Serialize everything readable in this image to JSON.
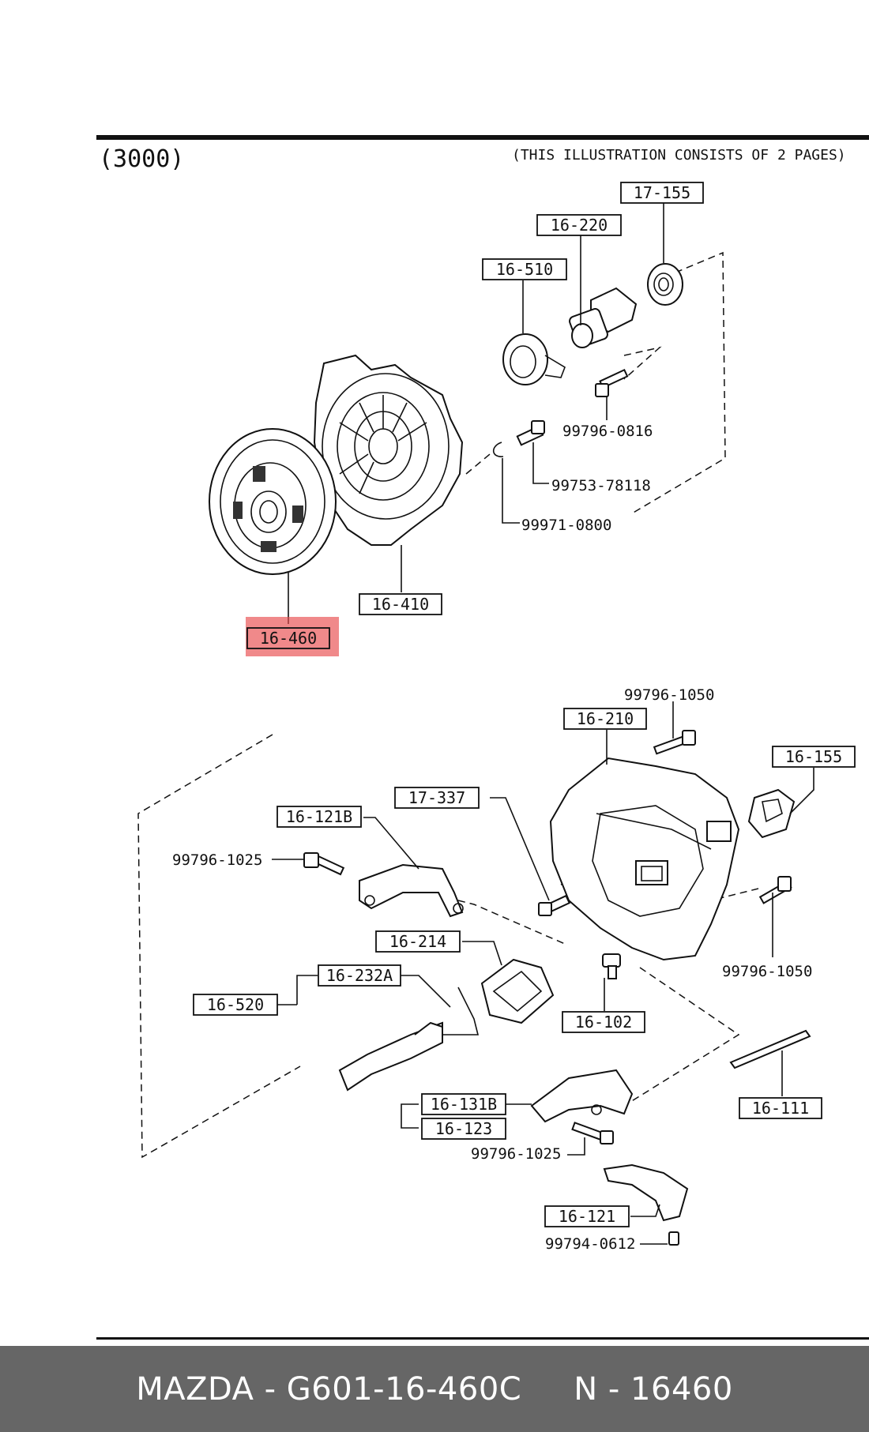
{
  "header": {
    "section_code": "(3000)",
    "illustration_note": "(THIS ILLUSTRATION CONSISTS OF  2 PAGES)"
  },
  "highlight_color": "#e8494b",
  "callouts": {
    "c17_155_top": "17-155",
    "c16_220": "16-220",
    "c16_510": "16-510",
    "c16_410": "16-410",
    "c16_460": "16-460",
    "c16_210": "16-210",
    "c16_155": "16-155",
    "c17_337": "17-337",
    "c16_121b": "16-121B",
    "c16_214": "16-214",
    "c16_232a": "16-232A",
    "c16_520": "16-520",
    "c16_102": "16-102",
    "c16_111": "16-111",
    "c16_131b": "16-131B",
    "c16_123": "16-123",
    "c16_121": "16-121"
  },
  "part_numbers": {
    "p99796_0816": "99796-0816",
    "p99753_78118": "99753-78118",
    "p99971_0800": "99971-0800",
    "p99796_1050_top": "99796-1050",
    "p99796_1025_left": "99796-1025",
    "p99796_1050_right": "99796-1050",
    "p99796_1025_bottom": "99796-1025",
    "p99794_0612": "99794-0612"
  },
  "footer": {
    "text": "MAZDA - G601-16-460C     N - 16460"
  }
}
